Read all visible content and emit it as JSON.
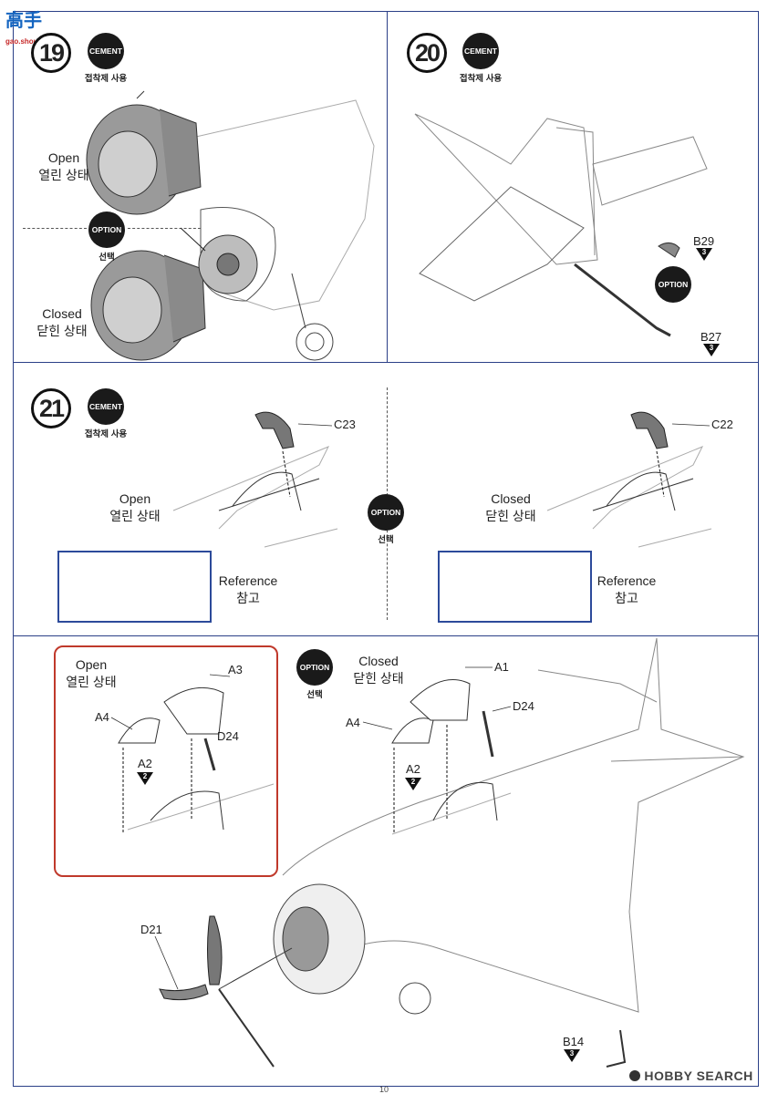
{
  "watermark_top": {
    "brand": "高手",
    "url": "gao.shou.com"
  },
  "steps": {
    "s19": {
      "number": "19",
      "badge": "CEMENT",
      "badge_sub": "접착제 사용"
    },
    "s20": {
      "number": "20",
      "badge": "CEMENT",
      "badge_sub": "접착제 사용"
    },
    "s21": {
      "number": "21",
      "badge": "CEMENT",
      "badge_sub": "접착제 사용"
    }
  },
  "option": {
    "label": "OPTION",
    "sub": "선택"
  },
  "labels": {
    "open_en": "Open",
    "open_ko": "열린 상태",
    "closed_en": "Closed",
    "closed_ko": "닫힌 상태",
    "reference_en": "Reference",
    "reference_ko": "참고"
  },
  "parts": {
    "b29": "B29",
    "b29_n": "3",
    "b27": "B27",
    "b27_n": "3",
    "c23": "C23",
    "c22": "C22",
    "a3": "A3",
    "a4": "A4",
    "a1": "A1",
    "a2": "A2",
    "a2_n": "2",
    "d24": "D24",
    "d21": "D21",
    "b14": "B14",
    "b14_n": "3"
  },
  "page_number": "10",
  "watermark_bottom": {
    "brand": "HOBBY SEARCH"
  }
}
